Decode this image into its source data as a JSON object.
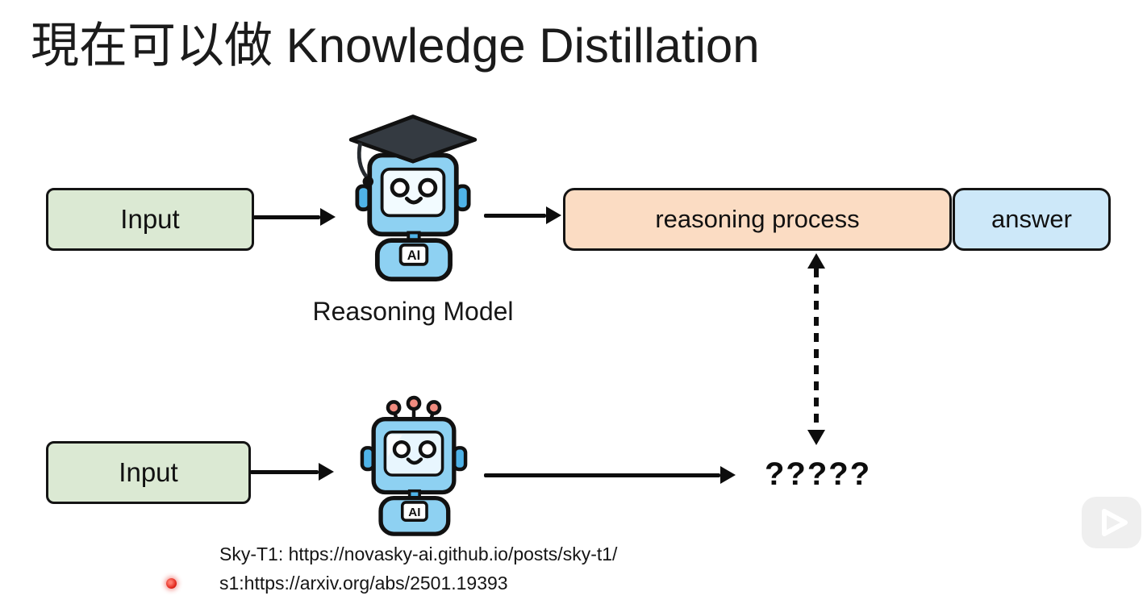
{
  "title": "現在可以做 Knowledge Distillation",
  "diagram": {
    "top": {
      "input": "Input",
      "model_label": "Reasoning Model",
      "reasoning": "reasoning process",
      "answer": "answer"
    },
    "bottom": {
      "input": "Input",
      "question": "?????"
    },
    "robot_badge": "AI"
  },
  "citations": {
    "line1": "Sky-T1: https://novasky-ai.github.io/posts/sky-t1/",
    "line2": "s1:https://arxiv.org/abs/2501.19393"
  },
  "icons": {
    "teacher_robot": "robot-graduate-icon",
    "student_robot": "robot-icon",
    "play": "play-icon",
    "laser": "laser-pointer-dot"
  },
  "colors": {
    "input_fill": "#dbe9d3",
    "reasoning_fill": "#fbdcc3",
    "answer_fill": "#cde8f9",
    "outline": "#141414",
    "robot_body": "#8ed1f2",
    "robot_screen": "#eef8fe",
    "accent_red": "#e02318"
  }
}
